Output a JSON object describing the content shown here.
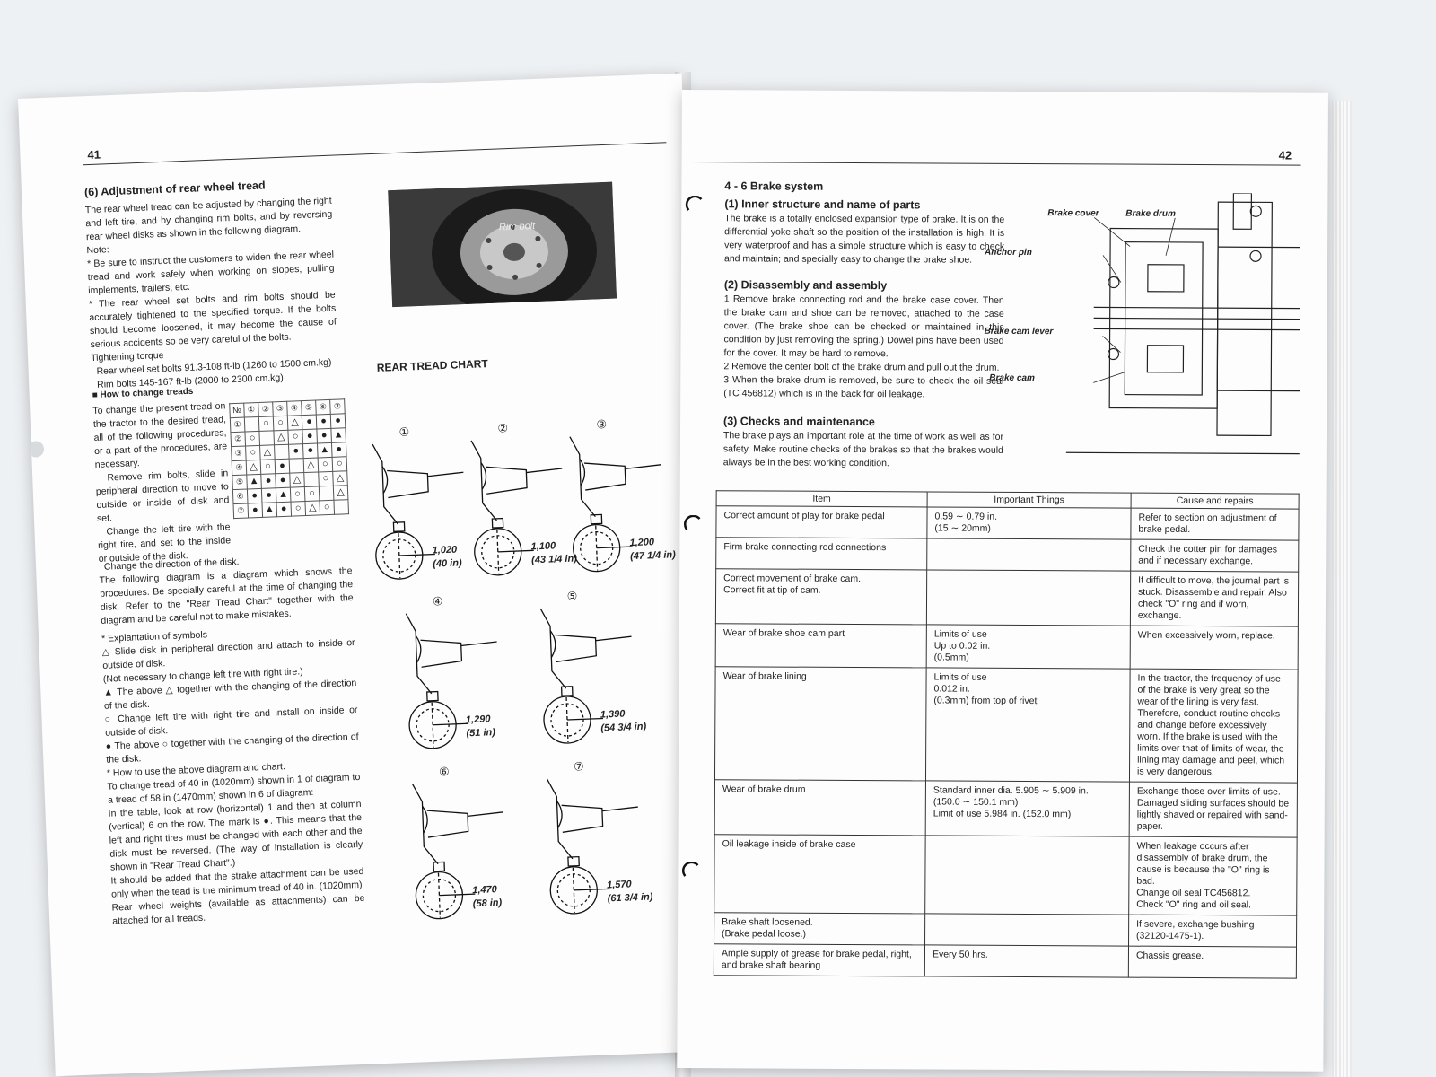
{
  "left_page": {
    "page_number": "41",
    "section_title": "(6)   Adjustment of rear wheel tread",
    "intro": "The rear wheel tread can be adjusted by changing the right and left tire, and by changing rim bolts, and by reversing rear wheel disks as shown in the following diagram.",
    "note_label": "Note:",
    "note_1": "* Be sure to instruct the customers to widen the rear wheel tread and work safely when working on slopes, pulling implements, trailers, etc.",
    "note_2": "* The rear wheel set bolts and rim bolts should be accurately tightened to the specified torque.  If the bolts should become loosened, it may become the cause of serious accidents so be very careful of the bolts.",
    "torque_label": "Tightening torque",
    "torque_1": "Rear wheel set bolts 91.3-108 ft-lb (1260 to 1500 cm.kg)",
    "torque_2": "Rim bolts 145-167 ft-lb (2000 to 2300 cm.kg)",
    "photo_label": "Rim bolt",
    "how_title": "■  How to change treads",
    "how_1": "To change the present tread on the tractor to the desired tread, all of the following procedures, or a part of the procedures, are necessary.",
    "how_2": "Remove rim bolts, slide in peripheral direction to move to outside or inside of disk and set.",
    "how_3": "Change the left tire with the right tire, and set to the inside or outside of the disk.",
    "how_4": "Change the direction of the disk.",
    "how_5": "The following diagram is a diagram which shows the procedures. Be specially careful at the time of changing the disk.  Refer to the \"Rear Tread Chart\" together with the diagram and be careful not to make mistakes.",
    "sym_title": "*  Explantation of symbols",
    "sym_1": "△ Slide disk in peripheral direction and attach to inside or outside of disk.",
    "sym_1b": "(Not necessary to change left tire with right tire.)",
    "sym_2": "▲ The above △ together with the changing of the direction of the disk.",
    "sym_3": "○ Change left tire with right tire and install on inside or outside of disk.",
    "sym_4": "● The above ○ together with the changing of the direction of the disk.",
    "use_title": "*  How to use the above diagram and chart.",
    "use_1": "To change tread of 40 in (1020mm) shown in 1 of diagram to a tread of 58 in (1470mm) shown in 6 of diagram:",
    "use_2": "In the table, look at row (horizontal) 1 and then at column (vertical) 6 on the row.  The mark is ●.  This means that the left and right tires must be changed with each other and the disk must be reversed.  (The way of installation is clearly shown in \"Rear Tread Chart\".)",
    "use_3": "It should be added that the strake attachment can be used only when the tead is the minimum tread of 40 in. (1020mm)",
    "use_4": "Rear wheel weights (available as attachments) can be attached for all treads.",
    "grid_corner": "№",
    "grid_headers": [
      "①",
      "②",
      "③",
      "④",
      "⑤",
      "⑥",
      "⑦"
    ],
    "grid_rows": [
      [
        "①",
        "",
        "○",
        "○",
        "△",
        "●",
        "●",
        "●"
      ],
      [
        "②",
        "○",
        "",
        "△",
        "○",
        "●",
        "●",
        "▲"
      ],
      [
        "③",
        "○",
        "△",
        "",
        "●",
        "●",
        "▲",
        "●"
      ],
      [
        "④",
        "△",
        "○",
        "●",
        "",
        "△",
        "○",
        "○"
      ],
      [
        "⑤",
        "▲",
        "●",
        "●",
        "△",
        "",
        "○",
        "△"
      ],
      [
        "⑥",
        "●",
        "●",
        "▲",
        "○",
        "○",
        "",
        "△"
      ],
      [
        "⑦",
        "●",
        "▲",
        "●",
        "○",
        "△",
        "○",
        ""
      ]
    ],
    "chart_title": "REAR TREAD CHART",
    "treads": [
      {
        "num": "①",
        "mm": "1,020",
        "inch": "(40 in)"
      },
      {
        "num": "②",
        "mm": "1,100",
        "inch": "(43 1/4 in)"
      },
      {
        "num": "③",
        "mm": "1,200",
        "inch": "(47 1/4 in)"
      },
      {
        "num": "④",
        "mm": "1,290",
        "inch": "(51 in)"
      },
      {
        "num": "⑤",
        "mm": "1,390",
        "inch": "(54 3/4 in)"
      },
      {
        "num": "⑥",
        "mm": "1,470",
        "inch": "(58 in)"
      },
      {
        "num": "⑦",
        "mm": "1,570",
        "inch": "(61 3/4 in)"
      }
    ]
  },
  "right_page": {
    "page_number": "42",
    "section_title": "4 - 6     Brake system",
    "s1_title": "(1)   Inner structure and name of parts",
    "s1_text": "The brake is a totally enclosed expansion type of brake.  It is on the differential yoke shaft so the position of the installation is high.  It is very waterproof and has a simple structure which is easy to check and maintain; and specially easy to change the brake shoe.",
    "s2_title": "(2)   Disassembly and assembly",
    "s2_1": "1  Remove brake connecting rod and the brake case cover. Then the brake cam and shoe can be removed, attached to the case cover.  (The brake shoe can be checked or maintained in this condition by just removing the spring.)  Dowel pins have been used for the cover.  It may be hard to remove.",
    "s2_2": "2  Remove the center bolt of the brake drum and pull out the drum.",
    "s2_3": "3  When the brake drum is removed, be sure to check the oil seal (TC 456812) which is in the back for oil leakage.",
    "s3_title": "(3)   Checks and maintenance",
    "s3_text": "The brake plays an important role at the time of work as well as for safety.  Make routine checks of the brakes so that the brakes would always be in the best working condition.",
    "diagram_labels": {
      "brake_cover": "Brake cover",
      "brake_drum": "Brake drum",
      "anchor_pin": "Anchor pin",
      "brake_cam_lever": "Brake cam lever",
      "brake_cam": "Brake cam"
    },
    "table_headers": [
      "Item",
      "Important Things",
      "Cause and repairs"
    ],
    "table_rows": [
      [
        "Correct amount of play for brake pedal",
        "0.59 ∼ 0.79 in.\n(15 ∼  20mm)",
        "Refer to section on adjustment of brake pedal."
      ],
      [
        "Firm brake connecting rod connections",
        "",
        "Check the cotter pin for damages and if necessary exchange."
      ],
      [
        "Correct movement of brake cam.\nCorrect fit at tip of cam.",
        "",
        "If difficult to move, the journal part is stuck.   Disassemble and repair. Also check \"O\" ring and if worn, exchange."
      ],
      [
        "Wear of brake shoe cam part",
        "Limits of use\nUp to 0.02 in.\n(0.5mm)",
        "When excessively worn, replace."
      ],
      [
        "Wear of brake lining",
        "Limits of use\n0.012 in.\n(0.3mm) from top of rivet",
        "In the tractor, the frequency of use of the brake is very great so the wear of the lining is very fast.  Therefore, conduct routine checks and change before excessively worn.  If the brake is used with the limits over that of limits of wear, the lining may damage and peel, which is very dangerous."
      ],
      [
        "Wear of brake drum",
        "Standard inner dia. 5.905 ∼ 5.909 in.\n(150.0 ∼ 150.1 mm)\nLimit of use 5.984 in. (152.0 mm)",
        "Exchange those over limits of use. Damaged sliding surfaces should be lightly shaved or repaired with sand-paper."
      ],
      [
        "Oil leakage inside of brake case",
        "",
        "When leakage occurs after disassembly of brake drum, the cause is because the \"O\" ring is bad.\nChange oil seal TC456812.\nCheck \"O\" ring and oil seal."
      ],
      [
        "Brake shaft loosened.\n(Brake pedal loose.)",
        "",
        "If severe, exchange bushing (32120-1475-1)."
      ],
      [
        "Ample supply of grease for brake pedal, right, and brake shaft bearing",
        "Every  50  hrs.",
        "Chassis grease."
      ]
    ]
  }
}
